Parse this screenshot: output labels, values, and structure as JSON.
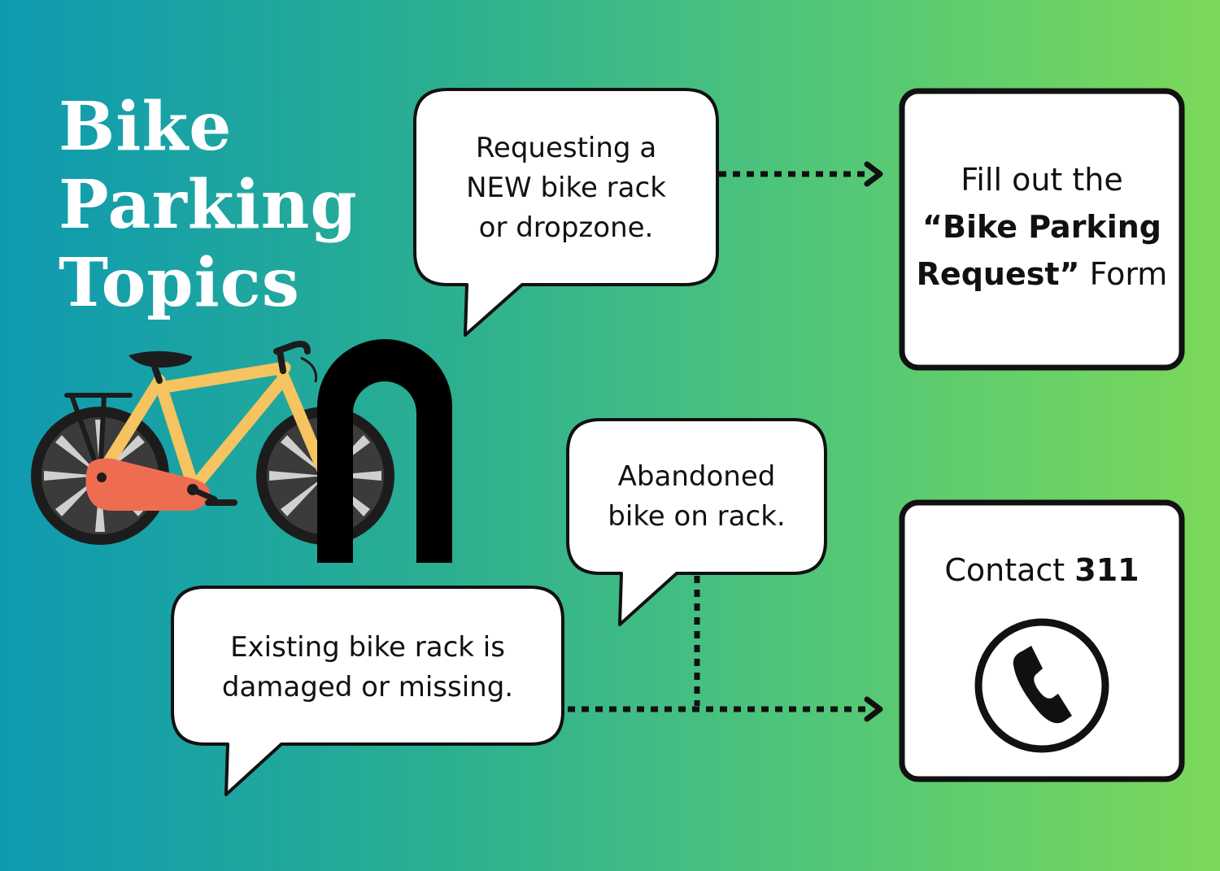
{
  "title": {
    "line1": "Bike",
    "line2": "Parking",
    "line3": "Topics"
  },
  "bubbles": {
    "new_rack": {
      "line1": "Requesting a",
      "line2": "NEW bike rack",
      "line3": "or dropzone."
    },
    "abandoned": {
      "line1": "Abandoned",
      "line2": "bike on rack."
    },
    "damaged": {
      "line1": "Existing bike rack is",
      "line2": "damaged or missing."
    }
  },
  "boxes": {
    "form": {
      "line1": "Fill out the",
      "bold1": "“Bike Parking",
      "bold2": "Request”",
      "tail": " Form"
    },
    "contact": {
      "prefix": "Contact ",
      "number": "311"
    }
  },
  "icons": {
    "bike": "bicycle-illustration",
    "rack": "u-rack-illustration",
    "phone": "phone-icon"
  },
  "colors": {
    "gradient_start": "#0e9ab1",
    "gradient_end": "#7bd85a",
    "bike_frame": "#f5c35f",
    "chainguard": "#ee6d51",
    "rack": "#000000",
    "text": "#111111"
  }
}
